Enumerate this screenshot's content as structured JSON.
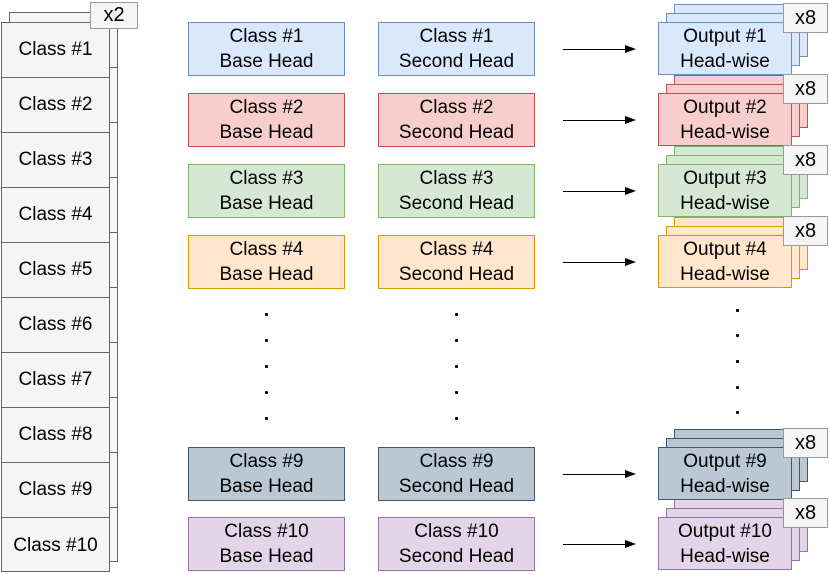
{
  "left_stack": {
    "badge": "x2",
    "items": [
      "Class #1",
      "Class #2",
      "Class #3",
      "Class #4",
      "Class #5",
      "Class #6",
      "Class #7",
      "Class #8",
      "Class #9",
      "Class #10"
    ]
  },
  "rows": [
    {
      "class_label": "Class #1",
      "base_head_label": "Base Head",
      "second_head_label": "Second Head",
      "output_label": "Output #1",
      "output_sub_label": "Head-wise",
      "stack_badge": "x8",
      "fill": "#dae8fc",
      "stroke": "#6c8ebf"
    },
    {
      "class_label": "Class #2",
      "base_head_label": "Base Head",
      "second_head_label": "Second Head",
      "output_label": "Output #2",
      "output_sub_label": "Head-wise",
      "stack_badge": "x8",
      "fill": "#f8cecc",
      "stroke": "#b85450"
    },
    {
      "class_label": "Class #3",
      "base_head_label": "Base Head",
      "second_head_label": "Second Head",
      "output_label": "Output #3",
      "output_sub_label": "Head-wise",
      "stack_badge": "x8",
      "fill": "#d5e8d4",
      "stroke": "#82b366"
    },
    {
      "class_label": "Class #4",
      "base_head_label": "Base Head",
      "second_head_label": "Second Head",
      "output_label": "Output #4",
      "output_sub_label": "Head-wise",
      "stack_badge": "x8",
      "fill": "#ffe6cc",
      "stroke": "#d79b00"
    },
    {
      "class_label": "Class #9",
      "base_head_label": "Base Head",
      "second_head_label": "Second Head",
      "output_label": "Output #9",
      "output_sub_label": "Head-wise",
      "stack_badge": "x8",
      "fill": "#bac8d3",
      "stroke": "#41586a"
    },
    {
      "class_label": "Class #10",
      "base_head_label": "Base Head",
      "second_head_label": "Second Head",
      "output_label": "Output #10",
      "output_sub_label": "Head-wise",
      "stack_badge": "x8",
      "fill": "#e1d5e7",
      "stroke": "#9673a6"
    }
  ],
  "ellipsis": {
    "columns": 3,
    "dots_per_column": 5
  },
  "colors": {
    "background": "#ffffff",
    "list_fill": "#f5f5f5",
    "list_border": "#666666",
    "badge_fill": "#f5f5f5",
    "badge_border": "#999999",
    "arrow": "#000000"
  }
}
